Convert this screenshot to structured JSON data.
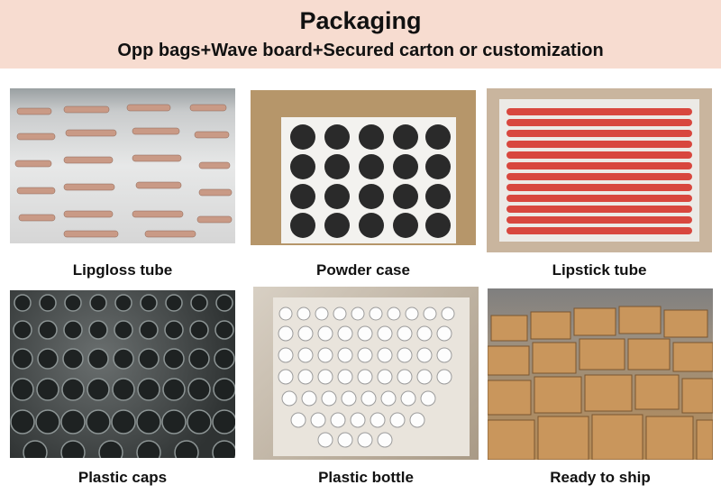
{
  "header": {
    "title": "Packaging",
    "subtitle": "Opp bags+Wave board+Secured carton or customization"
  },
  "colors": {
    "banner": "#f7dcd0",
    "text": "#111111"
  },
  "items": [
    {
      "label": "Lipgloss tube"
    },
    {
      "label": "Powder case"
    },
    {
      "label": "Lipstick tube"
    },
    {
      "label": "Plastic caps"
    },
    {
      "label": "Plastic bottle"
    },
    {
      "label": "Ready to ship"
    }
  ]
}
